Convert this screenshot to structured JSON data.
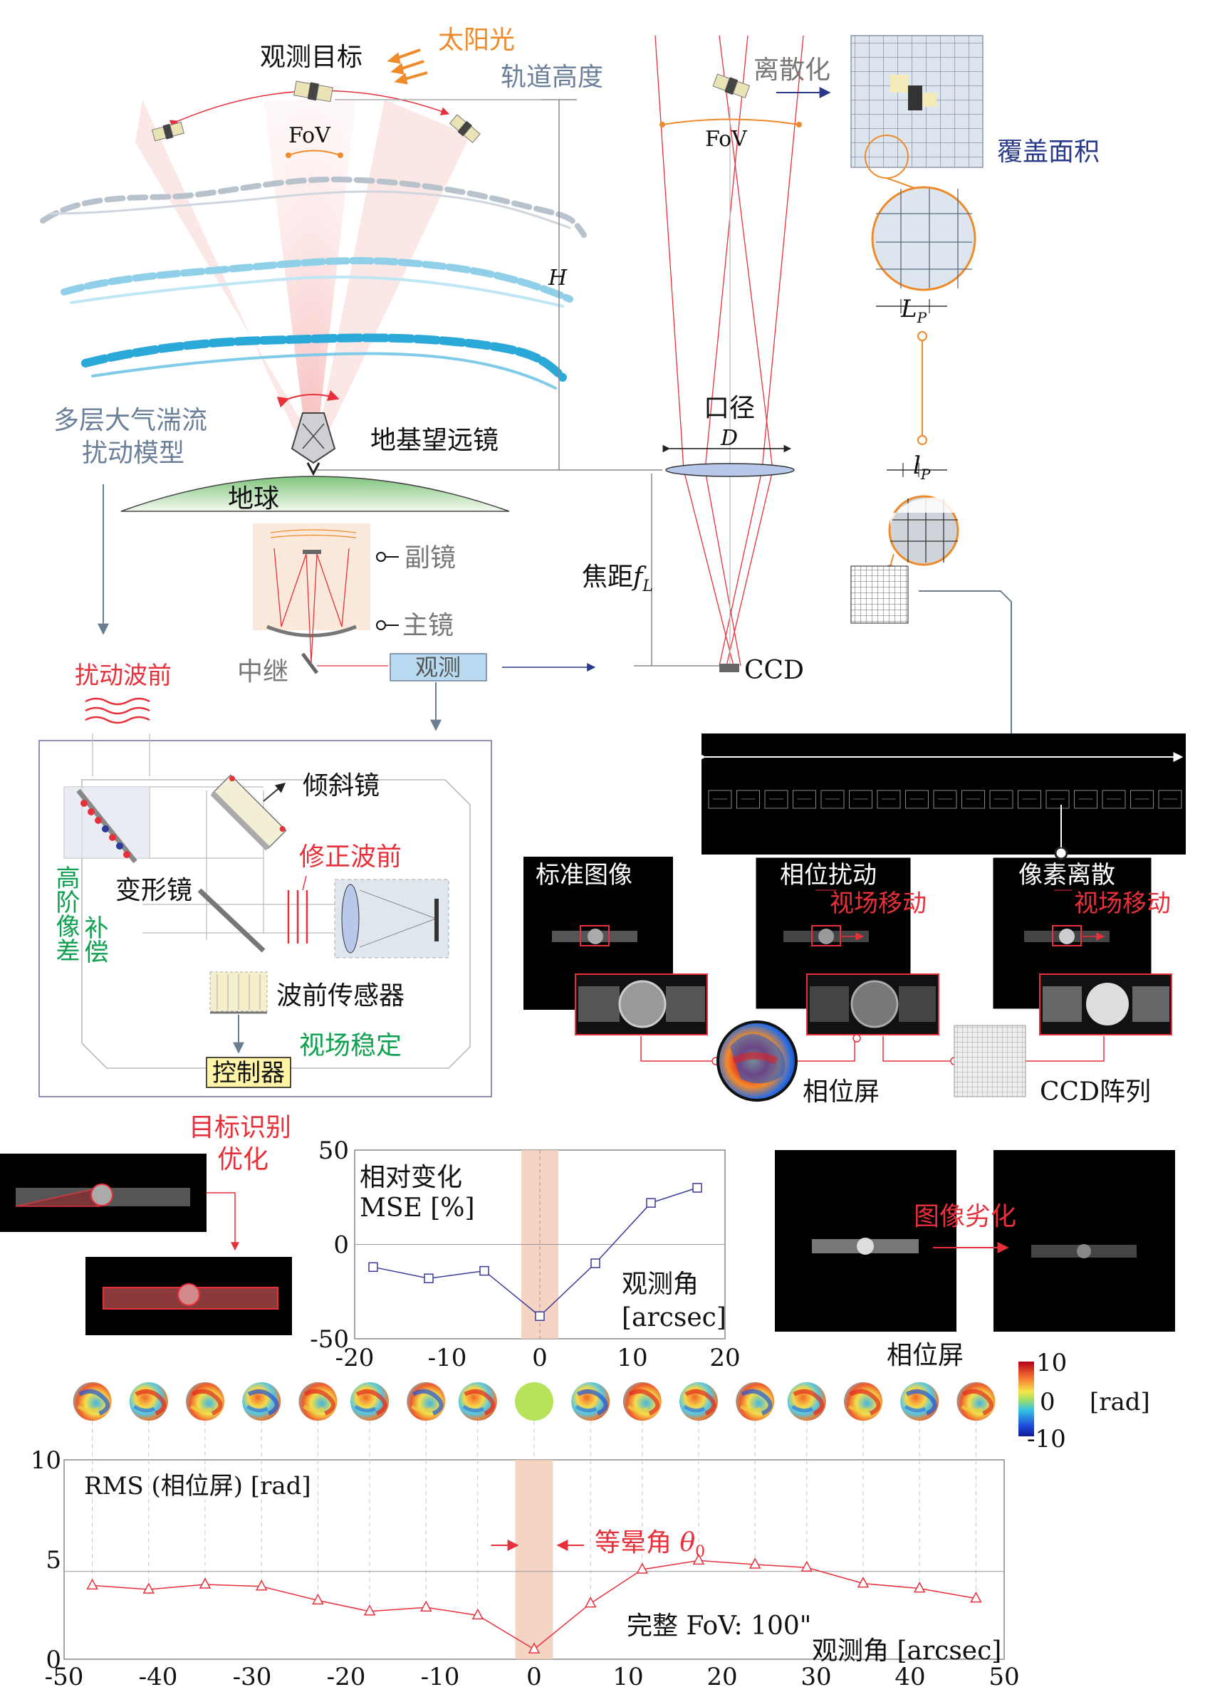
{
  "labels": {
    "target": "观测目标",
    "sunlight": "太阳光",
    "orbit_height": "轨道高度",
    "fov_left": "FoV",
    "fov_right": "FoV",
    "discretize": "离散化",
    "coverage": "覆盖面积",
    "H": "H",
    "Lp": "L",
    "Lp_sub": "P",
    "lp": "l",
    "lp_sub": "P",
    "aperture": "口径",
    "D": "D",
    "turbulence_line1": "多层大气湍流",
    "turbulence_line2": "扰动模型",
    "ground_telescope": "地基望远镜",
    "earth": "地球",
    "secondary": "副镜",
    "primary": "主镜",
    "focal": "焦距",
    "focal_f": "f",
    "focal_sub": "L",
    "relay": "中继",
    "observe": "观测",
    "ccd": "CCD",
    "disturbed_wavefront": "扰动波前",
    "tilt_mirror": "倾斜镜",
    "corrected_wavefront": "修正波前",
    "deformable_mirror": "变形镜",
    "high_order_line1": "高阶像差",
    "high_order_line2": "补偿",
    "wavefront_sensor": "波前传感器",
    "fov_stable": "视场稳定",
    "controller": "控制器",
    "std_image": "标准图像",
    "phase_disturb": "相位扰动",
    "pixel_discrete": "像素离散",
    "fov_move1": "视场移动",
    "fov_move2": "视场移动",
    "phase_screen": "相位屏",
    "ccd_array": "CCD阵列",
    "target_recog_line1": "目标识别",
    "target_recog_line2": "优化",
    "image_degrade": "图像劣化",
    "phase_screen2": "相位屏",
    "colorbar_max": "10",
    "colorbar_mid": "0",
    "colorbar_min": "-10",
    "colorbar_unit": "[rad]",
    "isoplanatic": "等晕角",
    "theta": "θ",
    "theta_sub": "0",
    "full_fov": "完整 FoV: 100\""
  },
  "colors": {
    "accent_red": "#e8303a",
    "accent_orange": "#ef8a2a",
    "accent_green": "#10a050",
    "accent_navy": "#2a3a8a",
    "gray_label": "#6b7f99",
    "line_blue": "#3a3a9a"
  },
  "chart_data": [
    {
      "type": "line",
      "ylabel_line1": "相对变化",
      "ylabel_line2": "MSE [%]",
      "xlabel_line1": "观测角",
      "xlabel_line2": "[arcsec]",
      "x": [
        -18,
        -12,
        -6,
        0,
        6,
        12,
        17
      ],
      "y": [
        -12,
        -18,
        -14,
        -38,
        -10,
        22,
        30
      ],
      "xlim": [
        -20,
        20
      ],
      "ylim": [
        -50,
        50
      ],
      "xticks": [
        -20,
        -10,
        0,
        10,
        20
      ],
      "yticks": [
        -50,
        0,
        50
      ],
      "highlight_band": [
        -2,
        2
      ],
      "marker": "square",
      "color": "#3a3a9a"
    },
    {
      "type": "line",
      "title": "RMS (相位屏) [rad]",
      "xlabel": "观测角 [arcsec]",
      "x": [
        -47,
        -41,
        -35,
        -29,
        -23,
        -17.5,
        -11.5,
        -6,
        0,
        6,
        11.5,
        17.5,
        23.5,
        29,
        35,
        41,
        47
      ],
      "y": [
        3.7,
        3.5,
        3.75,
        3.65,
        2.95,
        2.4,
        2.6,
        2.2,
        0.5,
        2.8,
        4.5,
        4.95,
        4.75,
        4.6,
        3.8,
        3.55,
        3.05
      ],
      "xlim": [
        -50,
        50
      ],
      "ylim": [
        0,
        10
      ],
      "xticks": [
        -50,
        -40,
        -30,
        -20,
        -10,
        0,
        10,
        20,
        30,
        40,
        50
      ],
      "yticks": [
        0,
        5,
        10
      ],
      "hline": 4.4,
      "highlight_band": [
        -2,
        2
      ],
      "marker": "triangle",
      "color": "#e8303a"
    }
  ]
}
